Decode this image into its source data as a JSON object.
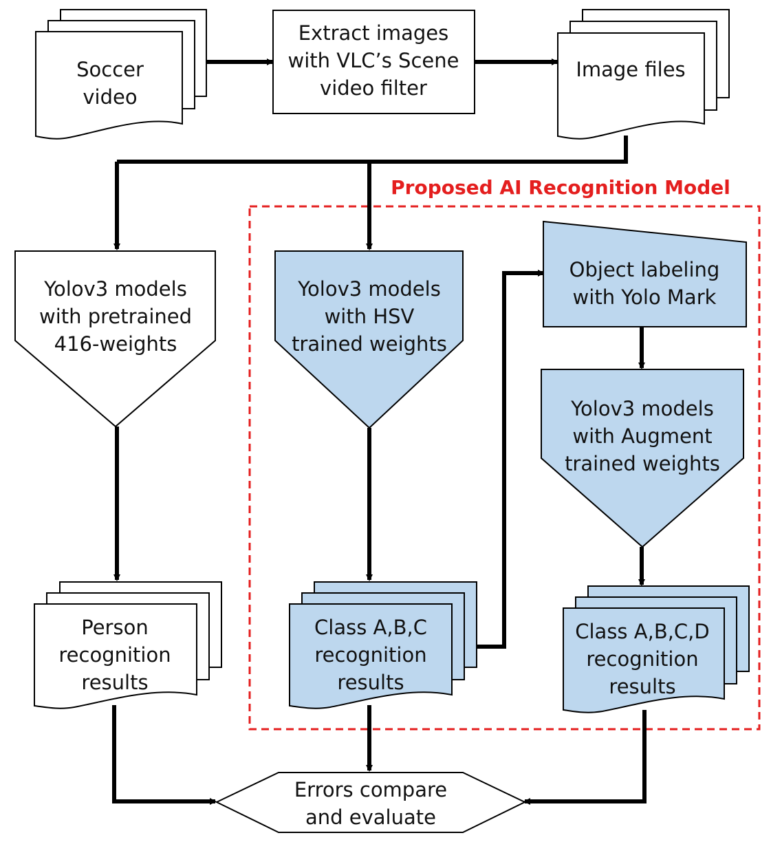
{
  "title": "Proposed AI Recognition Model",
  "nodes": {
    "soccer_video": [
      "Soccer",
      "video"
    ],
    "extract_images": [
      "Extract images",
      "with VLC’s Scene",
      "video filter"
    ],
    "image_files": [
      "Image files"
    ],
    "yolo_pretrained": [
      "Yolov3 models",
      "with pretrained",
      "416-weights"
    ],
    "yolo_hsv": [
      "Yolov3 models",
      "with HSV",
      "trained weights"
    ],
    "object_labeling": [
      "Object labeling",
      "with Yolo Mark"
    ],
    "yolo_augment": [
      "Yolov3 models",
      "with Augment",
      "trained weights"
    ],
    "person_results": [
      "Person",
      "recognition",
      "results"
    ],
    "class_abc_results": [
      "Class A,B,C",
      "recognition",
      "results"
    ],
    "class_abcd_results": [
      "Class A,B,C,D",
      "recognition",
      "results"
    ],
    "errors_compare": [
      "Errors compare",
      "and evaluate"
    ]
  },
  "colors": {
    "blue_fill": "#bdd7ee",
    "white_fill": "#ffffff",
    "stroke": "#000000",
    "title_red": "#e41e1e",
    "dashed_border": "#e41e1e"
  }
}
